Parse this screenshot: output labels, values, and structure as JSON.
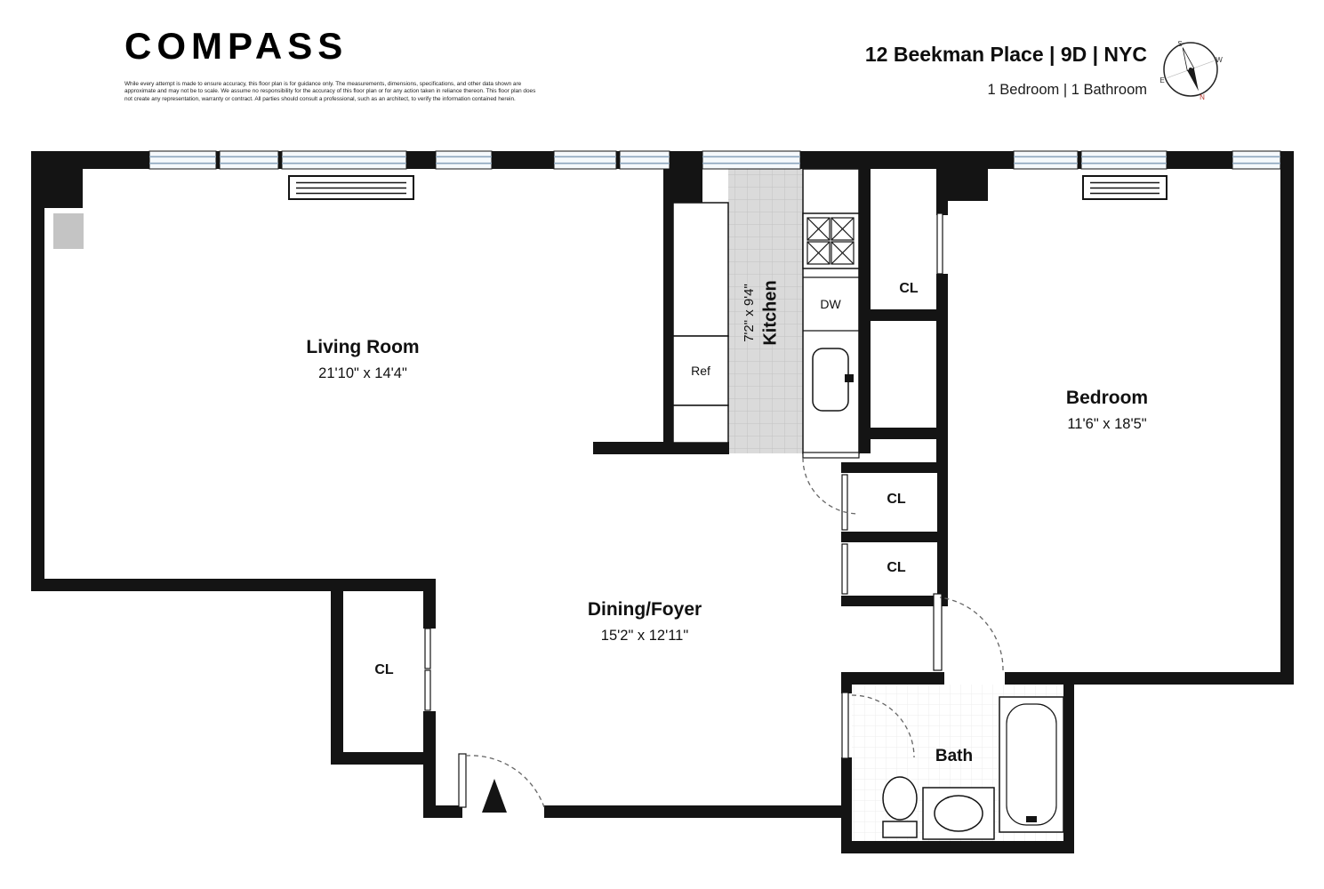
{
  "header": {
    "logo": "COMPASS",
    "disclaimer": "While every attempt is made to ensure accuracy, this floor plan is for guidance only. The measurements, dimensions, specifications, and other data shown are approximate and may not be to scale. We assume no responsibility for the accuracy of this floor plan or for any action taken in reliance thereon. This floor plan does not create any representation, warranty or contract. All parties should consult a professional, such as an architect, to verify the information contained herein.",
    "address": "12 Beekman Place | 9D | NYC",
    "summary": "1 Bedroom | 1 Bathroom",
    "compass": {
      "n": "N",
      "s": "S",
      "e": "E",
      "w": "W"
    }
  },
  "plan": {
    "living_room": {
      "name": "Living Room",
      "dims": "21'10\" x 14'4\""
    },
    "kitchen": {
      "name": "Kitchen",
      "dims": "7'2\" x 9'4\""
    },
    "bedroom": {
      "name": "Bedroom",
      "dims": "11'6\" x 18'5\""
    },
    "dining_foyer": {
      "name": "Dining/Foyer",
      "dims": "15'2\" x 12'11\""
    },
    "bath": {
      "name": "Bath"
    },
    "closet_label": "CL",
    "ref_label": "Ref",
    "dw_label": "DW"
  }
}
